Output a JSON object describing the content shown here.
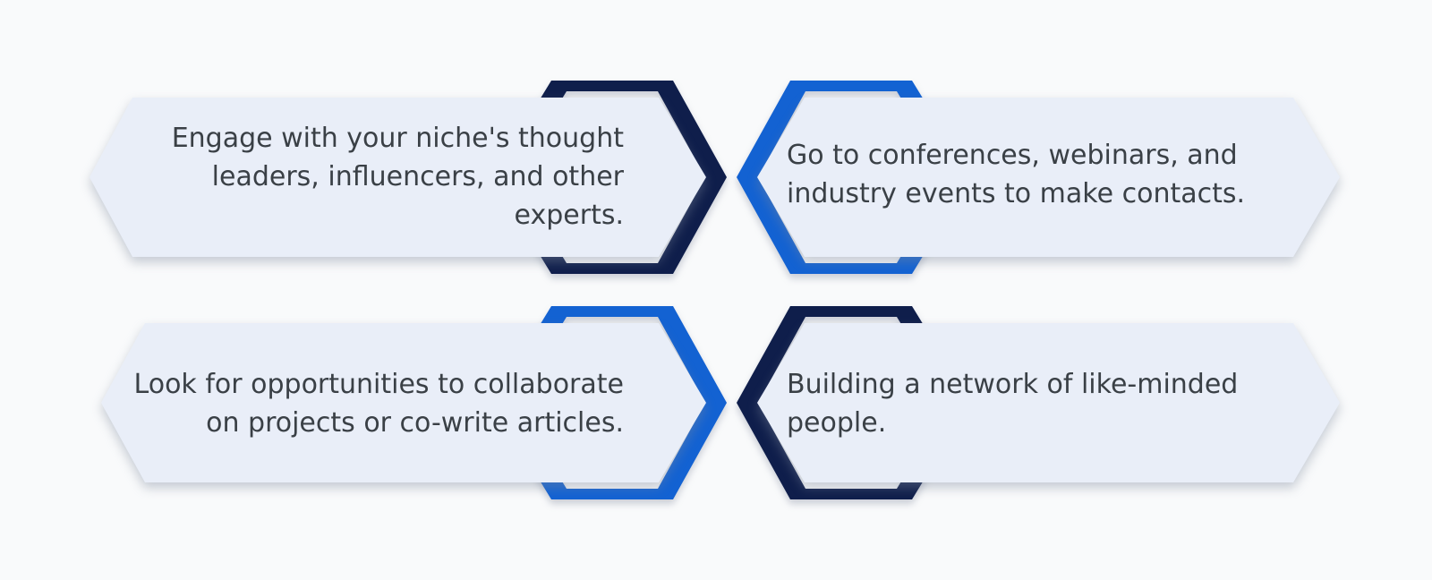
{
  "diagram": {
    "kind": "network-building-tips-infographic",
    "rows": 2,
    "columns": 2
  },
  "palette": {
    "background": "#f9fafb",
    "banner_fill": "#e9eef8",
    "navy": "#0f1e4b",
    "blue": "#1362d2",
    "text": "#3a4046"
  },
  "banners": [
    {
      "id": "top-left",
      "accent": "navy",
      "align": "right",
      "text": "Engage with your niche's thought leaders, influencers, and other experts.",
      "lines": [
        "Engage with your niche's thought",
        "leaders, influencers, and other",
        "experts."
      ]
    },
    {
      "id": "top-right",
      "accent": "blue",
      "align": "left",
      "text": "Go to conferences, webinars, and industry events to make contacts.",
      "lines": [
        "Go to conferences, webinars, and",
        "industry events to make contacts."
      ]
    },
    {
      "id": "bottom-left",
      "accent": "blue",
      "align": "right",
      "text": "Look for opportunities to collaborate on projects or co-write articles.",
      "lines": [
        "Look for opportunities to collaborate",
        "on projects or co-write articles."
      ]
    },
    {
      "id": "bottom-right",
      "accent": "navy",
      "align": "left",
      "text": "Building a network of like-minded people.",
      "lines": [
        "Building a network of like-minded",
        "people."
      ]
    }
  ]
}
